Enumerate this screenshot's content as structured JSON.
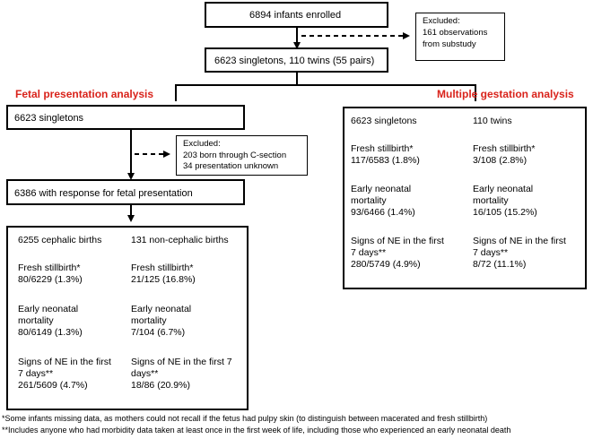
{
  "enrolled": "6894 infants enrolled",
  "excluded_top": {
    "label": "Excluded:",
    "line1": "161 observations",
    "line2": "from substudy"
  },
  "singletons_twins": "6623 singletons, 110 twins (55 pairs)",
  "headings": {
    "fetal": "Fetal presentation analysis",
    "multiple": "Multiple gestation analysis"
  },
  "fetal_singletons": "6623 singletons",
  "excluded_mid": {
    "label": "Excluded:",
    "line1": "203 born through C-section",
    "line2": "34 presentation unknown"
  },
  "with_response": "6386 with response for fetal presentation",
  "fetal_table": {
    "col1": {
      "header": "6255 cephalic births",
      "fsb_label": "Fresh stillbirth*",
      "fsb_val": "80/6229 (1.3%)",
      "enm_label1": "Early neonatal",
      "enm_label2": "mortality",
      "enm_val": "80/6149 (1.3%)",
      "ne_label1": "Signs of NE in the first",
      "ne_label2": "7 days**",
      "ne_val": "261/5609 (4.7%)"
    },
    "col2": {
      "header": "131 non-cephalic births",
      "fsb_label": "Fresh stillbirth*",
      "fsb_val": "21/125 (16.8%)",
      "enm_label1": "Early neonatal",
      "enm_label2": "mortality",
      "enm_val": "7/104 (6.7%)",
      "ne_label1": "Signs of NE in the first 7",
      "ne_label2": "days**",
      "ne_val": "18/86 (20.9%)"
    }
  },
  "multiple_table": {
    "col1": {
      "header": "6623 singletons",
      "fsb_label": "Fresh stillbirth*",
      "fsb_val": "117/6583 (1.8%)",
      "enm_label1": "Early neonatal",
      "enm_label2": "mortality",
      "enm_val": "93/6466 (1.4%)",
      "ne_label1": "Signs of NE in the first",
      "ne_label2": "7 days**",
      "ne_val": "280/5749 (4.9%)"
    },
    "col2": {
      "header": "110 twins",
      "fsb_label": "Fresh stillbirth*",
      "fsb_val": "3/108 (2.8%)",
      "enm_label1": "Early neonatal",
      "enm_label2": "mortality",
      "enm_val": "16/105 (15.2%)",
      "ne_label1": "Signs of NE in the first",
      "ne_label2": "7 days**",
      "ne_val": "8/72 (11.1%)"
    }
  },
  "footnotes": {
    "f1": "*Some infants missing data, as mothers could not recall if the fetus had pulpy skin (to distinguish between macerated and fresh stillbirth)",
    "f2": "**Includes anyone who had morbidity data taken at least once in the first week of life, including those who experienced an early neonatal death"
  },
  "colors": {
    "heading": "#d9231b",
    "line": "#000000"
  }
}
